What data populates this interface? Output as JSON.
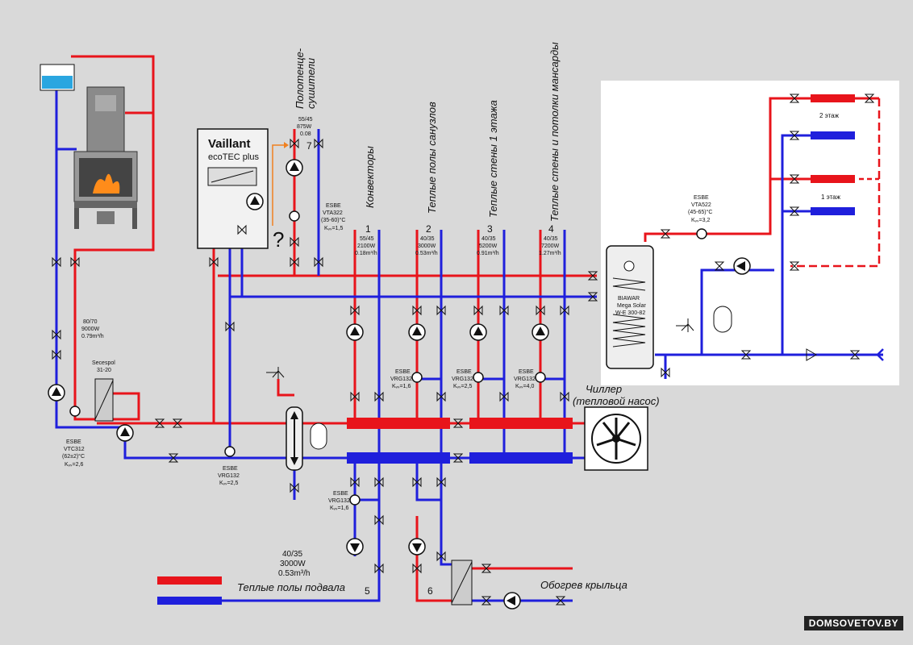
{
  "brand": {
    "vaillant": "Vaillant",
    "model": "ecoTEC plus"
  },
  "labels": {
    "towel_dryers": "Полотенце-",
    "towel_dryers2": "сушители",
    "convectors": "Конвекторы",
    "floor_bath": "Теплые полы санузлов",
    "walls_1": "Теплые стены 1 этажа",
    "walls_attic": "Теплые стены и потолки мансарды",
    "basement_floor": "Теплые полы подвала",
    "porch": "Обогрев крыльца",
    "chiller": "Чиллер",
    "heat_pump": "(тепловой насос)",
    "floor2": "2 этаж",
    "floor1": "1 этаж",
    "circuit_1": "1",
    "circuit_2": "2",
    "circuit_3": "3",
    "circuit_4": "4",
    "circuit_5": "5",
    "circuit_6": "6",
    "circuit_7": "7",
    "question": "?"
  },
  "specs": {
    "c7": [
      "55/45",
      "875W",
      "0.08"
    ],
    "c1": [
      "55/45",
      "2100W",
      "0.18m³/h"
    ],
    "c2": [
      "40/35",
      "3000W",
      "0.53m³/h"
    ],
    "c3": [
      "40/35",
      "5200W",
      "0.91m³/h"
    ],
    "c4": [
      "40/35",
      "7200W",
      "1.27m³/h"
    ],
    "fireplace": [
      "80/70",
      "9000W",
      "0.79m³/h"
    ],
    "basement": [
      "40/35",
      "3000W",
      "0.53m³/h"
    ]
  },
  "valves": {
    "vta322": [
      "ESBE",
      "VTA322",
      "(35-60)°C",
      "Kᵥₛ=1,5"
    ],
    "vta522": [
      "ESBE",
      "VTA522",
      "(45-65)°C",
      "Kᵥₛ=3,2"
    ],
    "vtc312": [
      "ESBE",
      "VTC312",
      "(62±2)°C",
      "Kᵥₛ=2,6"
    ],
    "vrg_main": [
      "ESBE",
      "VRG132",
      "Kᵥₛ=2,5"
    ],
    "vrg1": [
      "ESBE",
      "VRG132",
      "Kᵥₛ=1,6"
    ],
    "vrg2": [
      "ESBE",
      "VRG132",
      "Kᵥₛ=2,5"
    ],
    "vrg3": [
      "ESBE",
      "VRG132",
      "Kᵥₛ=4,0"
    ],
    "vrg_base": [
      "ESBE",
      "VRG132",
      "Kᵥₛ=1,6"
    ]
  },
  "hx": [
    "Secespol",
    "31-20"
  ],
  "tank": [
    "BIAWAR",
    "Mega Solar",
    "W-E 300-82"
  ],
  "watermark": "DOMSOVETOV.BY",
  "colors": {
    "supply": "#e8141b",
    "return": "#1f1fdc",
    "background": "#d9d9d9"
  }
}
